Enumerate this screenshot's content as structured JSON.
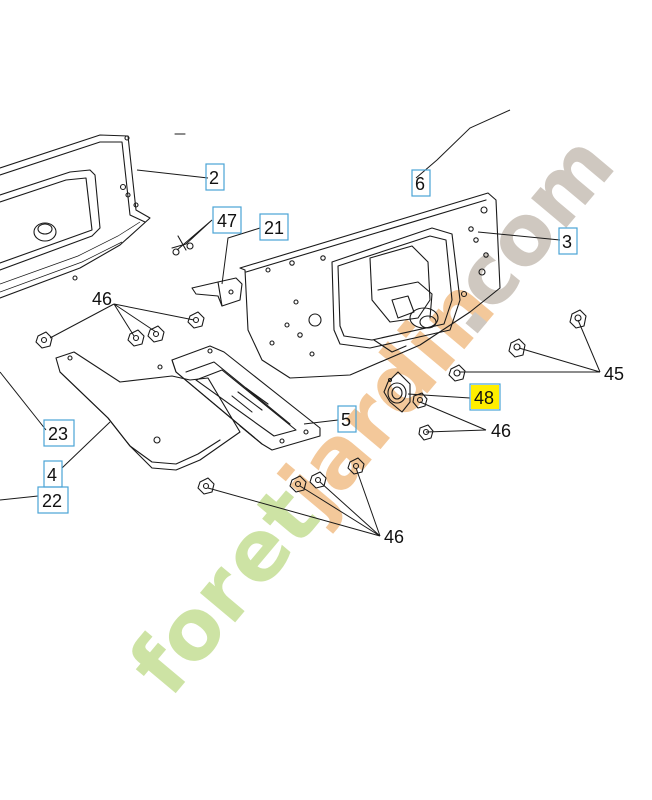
{
  "labels": {
    "l2": "2",
    "l6": "6",
    "l3": "3",
    "l47": "47",
    "l21": "21",
    "l46a": "46",
    "l45": "45",
    "l48": "48",
    "l46b": "46",
    "l5": "5",
    "l23": "23",
    "l4": "4",
    "l22": "22",
    "l46c": "46"
  },
  "highlighted_part": "48",
  "watermark": {
    "part1": "for",
    "part2": "et",
    "part3": "jardin",
    "part4": ".com",
    "green": "#cde3a4",
    "orange": "#f3c89a",
    "gray": "#cfc8c0"
  },
  "colors": {
    "box_border": "#4aa3d6",
    "highlight": "#ffee00",
    "line": "#1a1a1a"
  }
}
